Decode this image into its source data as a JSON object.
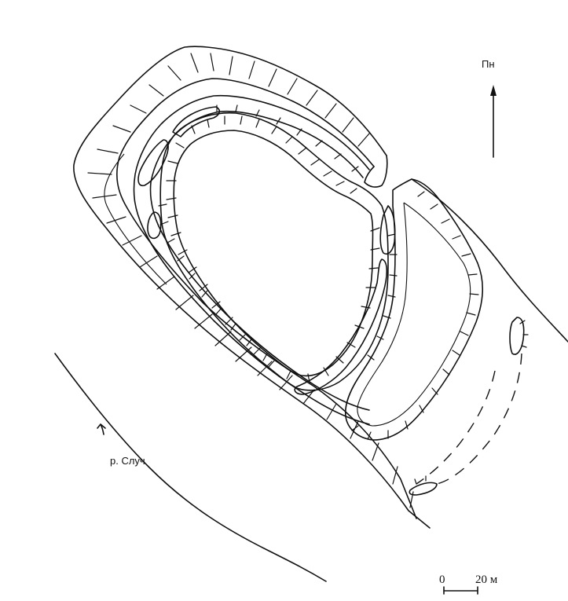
{
  "map": {
    "north_label": "Пн",
    "river_label": "р. Случ",
    "scale": {
      "zero_label": "0",
      "distance_label": "20 м"
    }
  }
}
